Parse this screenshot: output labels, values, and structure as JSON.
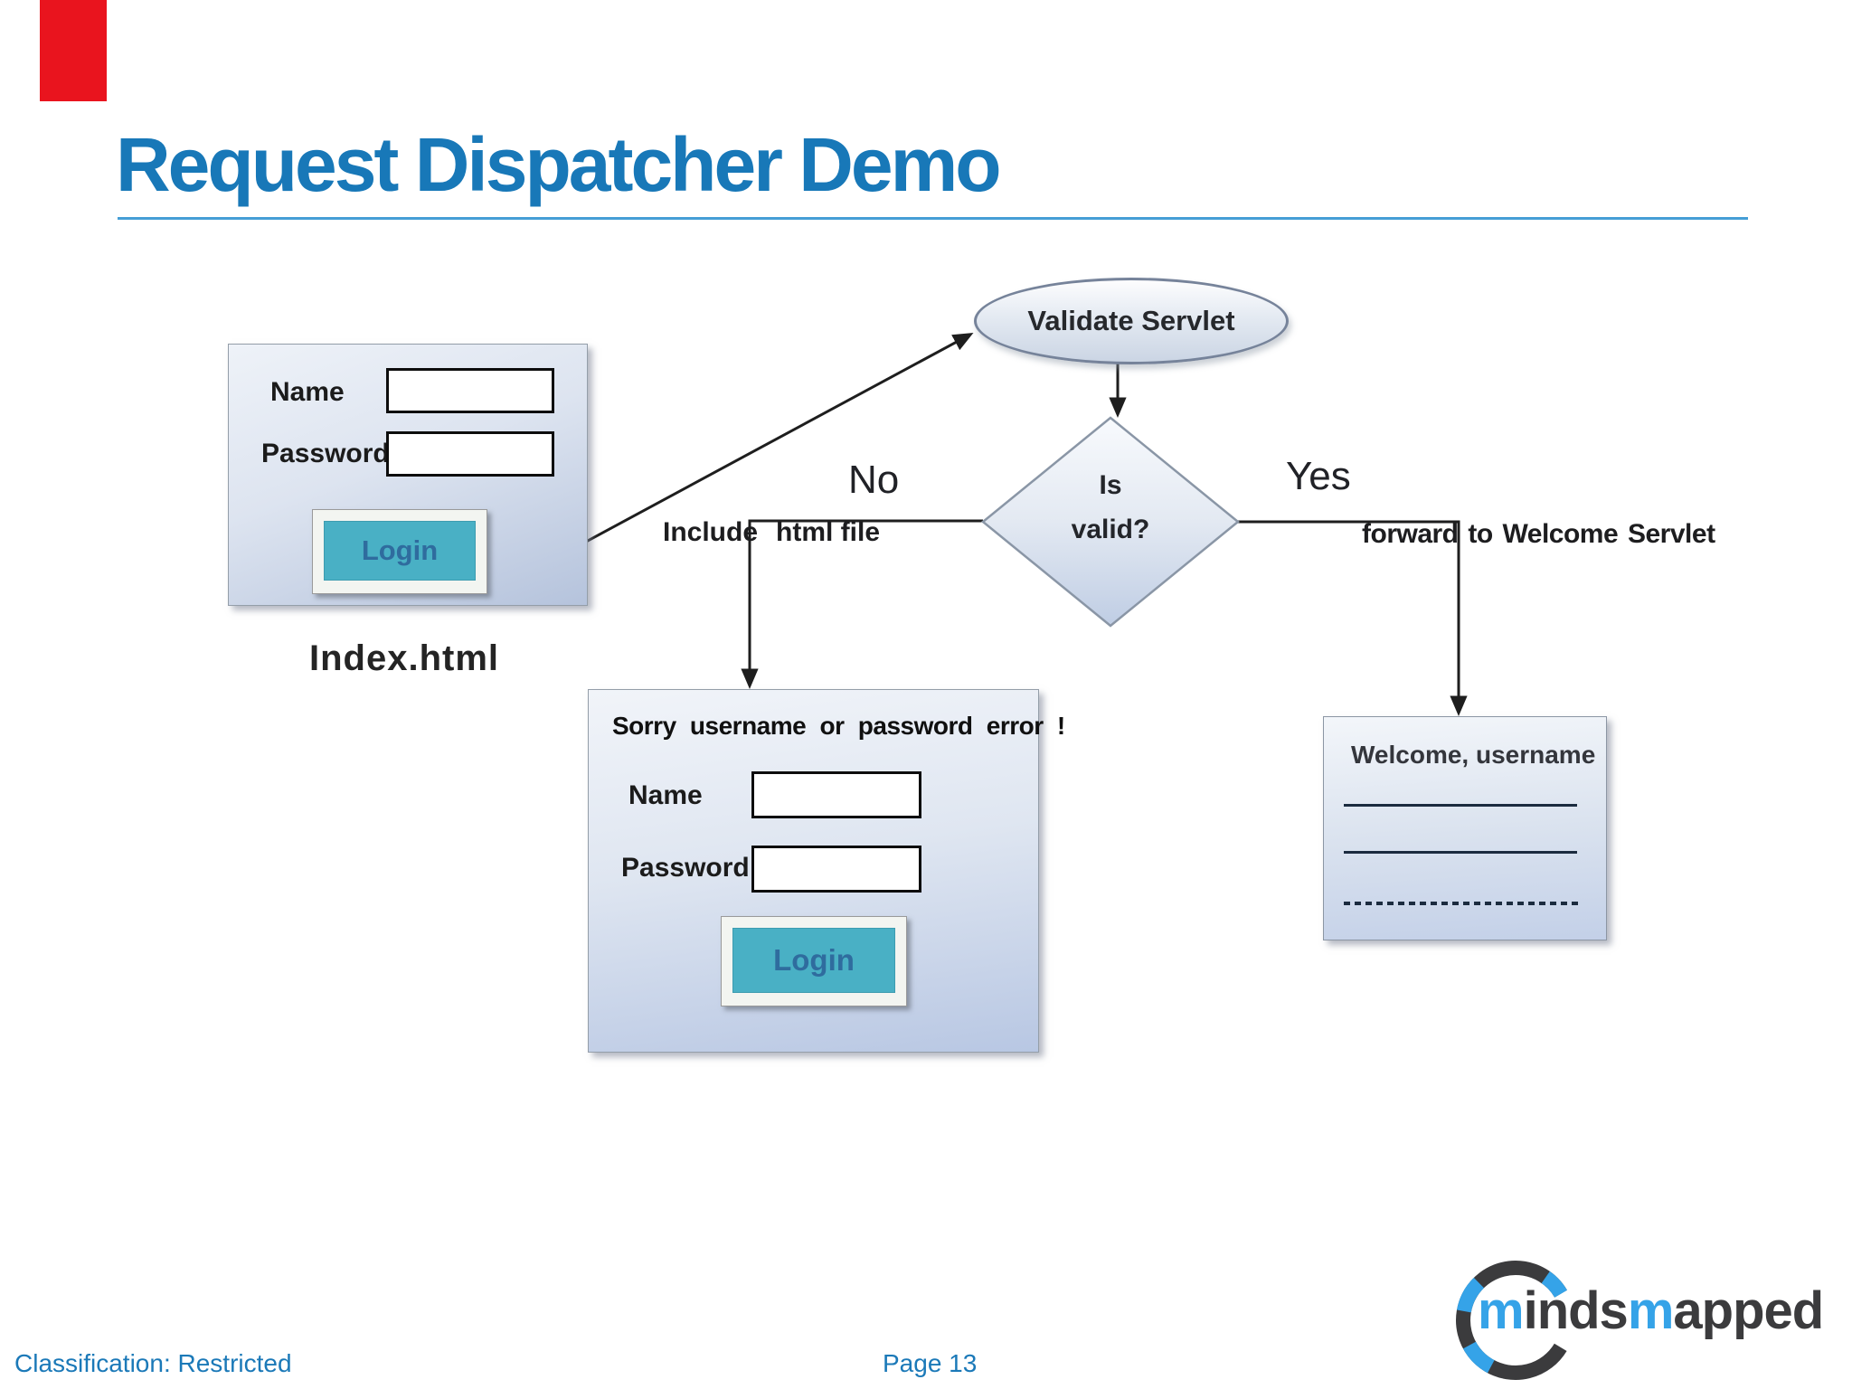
{
  "slide": {
    "title": "Request Dispatcher Demo",
    "footer_left": "Classification: Restricted",
    "footer_page": "Page 13"
  },
  "colors": {
    "accent_blue": "#1878b8",
    "underline_blue": "#459ed6",
    "button_teal": "#49b0c5",
    "red_marker": "#e9141e",
    "connector_dark": "#1e1e1e",
    "box_gradient_top": "#f1f4f9",
    "box_gradient_bottom": "#b5c3dc",
    "logo_blue": "#35a3e8",
    "logo_dark": "#3b3b3d"
  },
  "diagram": {
    "index_form": {
      "name_label": "Name",
      "password_label": "Password",
      "login_label": "Login",
      "caption": "Index.html"
    },
    "validate_node": "Validate Servlet",
    "decision_line1": "Is",
    "decision_line2": "valid?",
    "no_label": "No",
    "include_label_left": "Include",
    "include_label_right": "html file",
    "yes_label": "Yes",
    "forward_label": "forward to Welcome Servlet",
    "error_form": {
      "message": "Sorry username or password error !",
      "name_label": "Name",
      "password_label": "Password",
      "login_label": "Login"
    },
    "welcome_box": {
      "text": "Welcome, username"
    }
  },
  "logo": {
    "seg1": "m",
    "seg2": "inds",
    "seg3": "m",
    "seg4": "apped"
  }
}
